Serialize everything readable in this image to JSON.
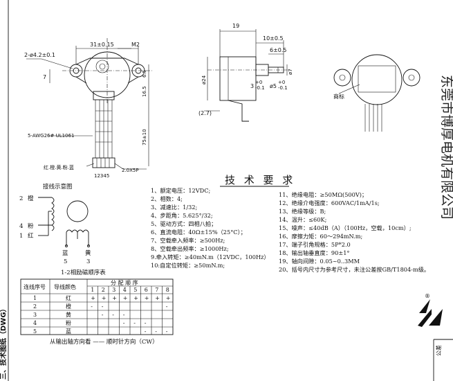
{
  "dims": {
    "hole": "2-ø4.2±0.1",
    "pitch": "31±0.15",
    "thread": "M2",
    "seven": "7",
    "six5": "6.5",
    "sixteen5": "16.5",
    "seventy5": "75±10",
    "wire": "5-AWG26# UL1061",
    "colors_label": "红.橙.黄.粉.蓝",
    "pins": "12345",
    "pitch_conn": "2.0X5P",
    "nineteen": "19",
    "ten5": "10±0.5",
    "six_05": "6±0.5",
    "phi24": "ø24",
    "phi7": "ø7",
    "three": "3",
    "three_tol_up": "+0",
    "three_tol_dn": "-0.1",
    "phi5": "ø5",
    "phi5_tol_up": "+0",
    "phi5_tol_dn": "-0.1",
    "two7": "(2.7)",
    "biaoqian": "商标"
  },
  "spec_title": "技 术 要 求",
  "specs_left": [
    "1、额定电压：12VDC;",
    "2、相数：4;",
    "3、减速比：1/32;",
    "4、步距角：5.625°/32;",
    "5、驱动方式：四相八拍；",
    "6、直流电阻：40Ω±15%（25°C）；",
    "7、空载牵入频率：≥500Hz;",
    "8、空载牵出频率：≥1000Hz;",
    "9.牵入转矩：≥40mN.m（12VDC，100Hz）",
    "10:自定位转矩：≥50mN.m;"
  ],
  "specs_right": [
    "11、绝缘电阻：≥50MΩ(500V)；",
    "12、绝缘介电强度：600VAC/1mA/1s;",
    "13、绝缘等级：B;",
    "14、温升：≤60K;",
    "15、噪声：≤40dB（A）（100Hz，空载，10cm）;",
    "16、摩擦力矩：60～294mN.m;",
    "17、端子引角规格：5P*2.0",
    "18、输出轴垂直度：90±1°",
    "19、轴向间隙：0.05~0..3MM",
    "20、括号内尺寸为参考尺寸，未注公差按GB/T1804-m级。"
  ],
  "wiring": {
    "title": "接线示意图",
    "p2": "2",
    "c2": "橙",
    "p4": "4",
    "c4": "粉",
    "p1": "1",
    "c1": "红",
    "lan": "蓝",
    "n5": "5",
    "huang": "黄",
    "n3": "3"
  },
  "table": {
    "caption": "1-2相励磁顺序表",
    "h_seq": "连线序号",
    "h_color": "导线颜色",
    "h_dist": "分 配 顺 序",
    "steps": [
      "1",
      "2",
      "3",
      "4",
      "5",
      "6",
      "7",
      "8"
    ],
    "rows": [
      {
        "n": "1",
        "color": "红",
        "cells": [
          "+",
          "+",
          "+",
          "+",
          "+",
          "+",
          "+",
          "+"
        ]
      },
      {
        "n": "2",
        "color": "橙",
        "cells": [
          "-",
          "-",
          "",
          "",
          "",
          "",
          "",
          "-"
        ]
      },
      {
        "n": "3",
        "color": "黄",
        "cells": [
          "",
          "-",
          "-",
          "-",
          "",
          "",
          "",
          ""
        ]
      },
      {
        "n": "4",
        "color": "粉",
        "cells": [
          "",
          "",
          "",
          "-",
          "-",
          "-",
          "",
          ""
        ]
      },
      {
        "n": "5",
        "color": "蓝",
        "cells": [
          "",
          "",
          "",
          "",
          "",
          "-",
          "-",
          "-"
        ]
      }
    ],
    "footer": "从输出轴方向看 —— 顺时针方向（CW）"
  },
  "company": "东莞市博厚电机有限公司",
  "section": "三、技术图纸（DWG）",
  "tol_label": "公差",
  "reg_mark": "®"
}
